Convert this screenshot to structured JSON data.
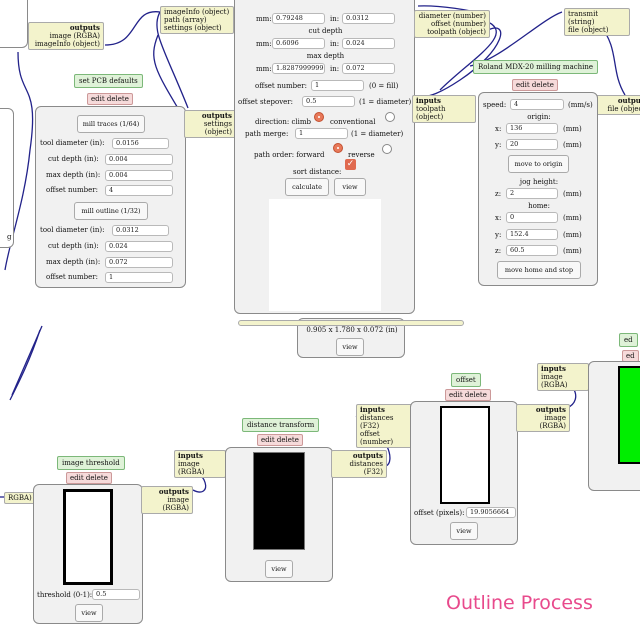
{
  "caption": "Outline Process",
  "common": {
    "edit_delete": "edit delete",
    "view": "view"
  },
  "top_left_outputs": {
    "title": "outputs",
    "lines": [
      "image (RGBA)",
      "imageInfo (object)"
    ]
  },
  "top_inputs_center": {
    "lines": [
      "imageInfo (object)",
      "path (array)",
      "settings (object)"
    ]
  },
  "pcb_defaults": {
    "title": "set PCB defaults",
    "button1": "mill traces (1/64)",
    "button2": "mill outline (1/32)",
    "group1": [
      {
        "label": "tool diameter (in):",
        "value": "0.0156"
      },
      {
        "label": "cut depth (in):",
        "value": "0.004"
      },
      {
        "label": "max depth (in):",
        "value": "0.004"
      },
      {
        "label": "offset number:",
        "value": "4"
      }
    ],
    "group2": [
      {
        "label": "tool diameter (in):",
        "value": "0.0312"
      },
      {
        "label": "cut depth (in):",
        "value": "0.024"
      },
      {
        "label": "max depth (in):",
        "value": "0.072"
      },
      {
        "label": "offset number:",
        "value": "1"
      }
    ],
    "outputs": {
      "title": "outputs",
      "line": "settings (object)"
    }
  },
  "mill_raster": {
    "row1": {
      "label": "mm:",
      "mm": "0.79248",
      "in_label": "in:",
      "in": "0.0312"
    },
    "cut_depth": "cut depth",
    "row2": {
      "label": "mm:",
      "mm": "0.6096",
      "in_label": "in:",
      "in": "0.024"
    },
    "max_depth": "max depth",
    "row3": {
      "label": "mm:",
      "mm": "1.8287999999",
      "in_label": "in:",
      "in": "0.072"
    },
    "offset_number": {
      "label": "offset number:",
      "value": "1",
      "note": "(0 = fill)"
    },
    "offset_stepover": {
      "label": "offset stepover:",
      "value": "0.5",
      "note": "(1 = diameter)"
    },
    "direction": {
      "label": "direction: climb",
      "opt2": "conventional"
    },
    "path_merge": {
      "label": "path merge:",
      "value": "1",
      "note": "(1 = diameter)"
    },
    "path_order": {
      "label": "path order: forward",
      "opt2": "reverse"
    },
    "sort_distance": "sort distance:",
    "calculate": "calculate",
    "view": "view"
  },
  "top_right_outputs": {
    "lines": [
      "diameter (number)",
      "offset (number)",
      "toolpath (object)"
    ]
  },
  "transmit": {
    "lines": [
      "transmit (string)",
      "file (object)"
    ]
  },
  "roland": {
    "title": "Roland MDX-20 milling machine",
    "inputs": {
      "title": "inputs",
      "line": "toolpath (object)"
    },
    "outputs": {
      "title": "outputs",
      "line": "file (object)"
    },
    "speed": {
      "label": "speed:",
      "value": "4",
      "unit": "(mm/s)"
    },
    "origin": "origin:",
    "origin_x": {
      "label": "x:",
      "value": "136",
      "unit": "(mm)"
    },
    "origin_y": {
      "label": "y:",
      "value": "20",
      "unit": "(mm)"
    },
    "move_to_origin": "move to origin",
    "jog_height": "jog height:",
    "jog_z": {
      "label": "z:",
      "value": "2",
      "unit": "(mm)"
    },
    "home": "home:",
    "home_x": {
      "label": "x:",
      "value": "0",
      "unit": "(mm)"
    },
    "home_y": {
      "label": "y:",
      "value": "152.4",
      "unit": "(mm)"
    },
    "home_z": {
      "label": "z:",
      "value": "60.5",
      "unit": "(mm)"
    },
    "move_home": "move home and stop"
  },
  "read_png": {
    "size_text": "0.905 x 1.780 x 0.072 (in)",
    "view": "view"
  },
  "image_threshold": {
    "title": "image threshold",
    "input_partial": "RGBA)",
    "outputs": {
      "title": "outputs",
      "line": "image (RGBA)"
    },
    "threshold": {
      "label": "threshold (0-1):",
      "value": "0.5"
    }
  },
  "distance_transform": {
    "title": "distance transform",
    "inputs": {
      "title": "inputs",
      "line": "image (RGBA)"
    },
    "outputs": {
      "title": "outputs",
      "line": "distances (F32)"
    }
  },
  "offset": {
    "title": "offset",
    "inputs": {
      "title": "inputs",
      "lines": [
        "distances (F32)",
        "offset (number)"
      ]
    },
    "outputs": {
      "title": "outputs",
      "line": "image (RGBA)"
    },
    "offset_pixels": {
      "label": "offset (pixels):",
      "value": "19.9056664"
    }
  },
  "edge_detect": {
    "title": "ed",
    "edit_partial": "ed",
    "inputs": {
      "title": "inputs",
      "line": "image (RGBA)"
    }
  },
  "colors": {
    "wire": "#22228a",
    "edge_fill": "#00ee00",
    "caption": "#e84a8c"
  }
}
